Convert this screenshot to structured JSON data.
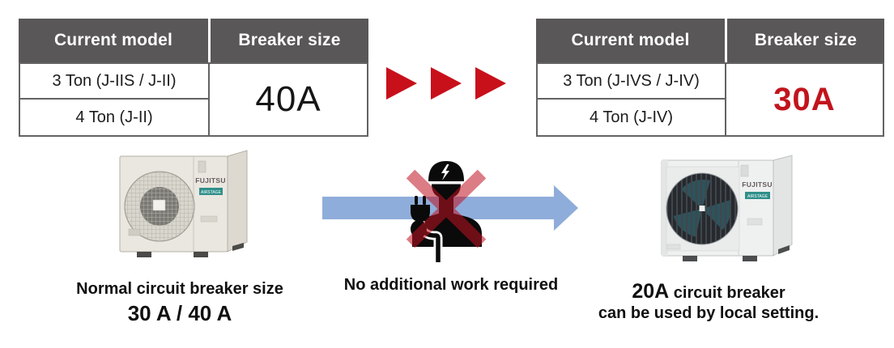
{
  "colors": {
    "header-bg": "#595757",
    "breaker-red": "#c2141c",
    "triangle-red": "#c8101b",
    "arrow-blue": "#8fadda",
    "x-red": "#c11222",
    "table-border": "#636363",
    "badge-teal": "#2f8f8a"
  },
  "before_table": {
    "headers": [
      "Current model",
      "Breaker size"
    ],
    "rows": [
      "3 Ton (J-IIS / J-II)",
      "4 Ton (J-II)"
    ],
    "breaker": "40A"
  },
  "after_table": {
    "headers": [
      "Current model",
      "Breaker size"
    ],
    "rows": [
      "3 Ton (J-IVS / J-IV)",
      "4 Ton (J-IV)"
    ],
    "breaker": "30A"
  },
  "captions": {
    "before_line1": "Normal circuit breaker size",
    "before_line2": "30 A / 40 A",
    "middle": "No additional work required",
    "after_big": "20A",
    "after_rest": " circuit breaker",
    "after_line2": "can be used by local setting."
  },
  "unit_before": {
    "brand": "FUJITSU",
    "badge": "AIRSTAGE"
  },
  "unit_after": {
    "brand": "FUJITSU",
    "badge": "AIRSTAGE"
  }
}
